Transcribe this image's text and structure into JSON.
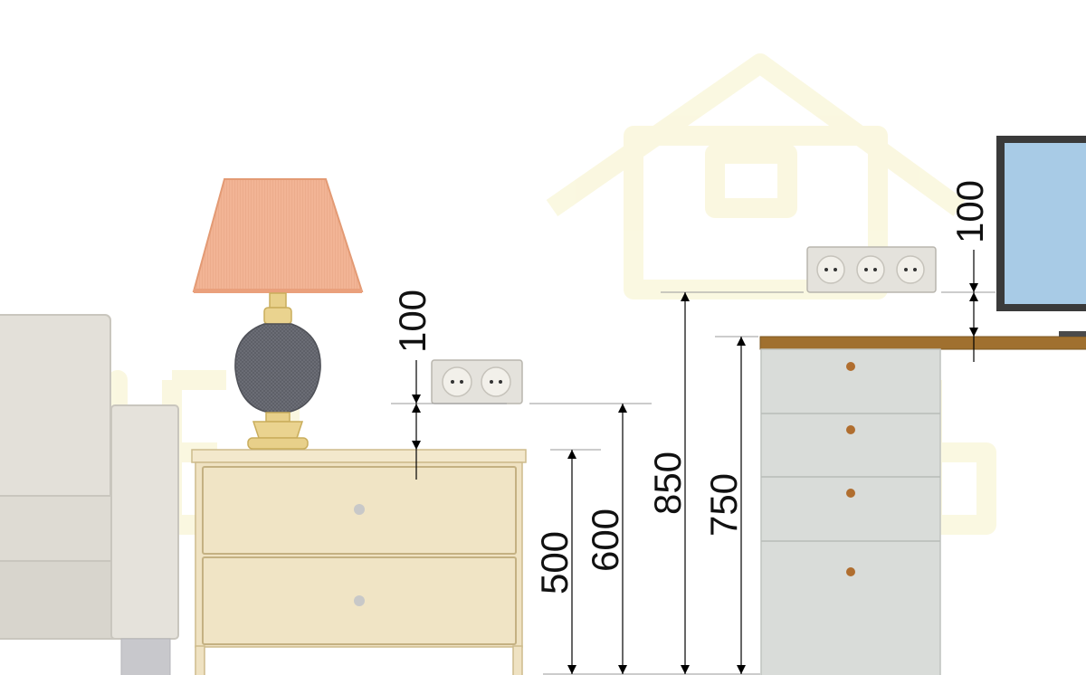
{
  "dimensions": {
    "nightstand_socket_gap": "100",
    "nightstand_height": "500",
    "nightstand_socket_height": "600",
    "desk_socket_height": "850",
    "desk_height": "750",
    "desk_socket_gap": "100"
  },
  "sockets": {
    "nightstand_outlets": 2,
    "desk_outlets": 3
  },
  "colors": {
    "lampshade": "#f2b495",
    "lamp_base": "#6d6f77",
    "lamp_brass": "#e8d08a",
    "nightstand": "#efe2c2",
    "desk_top": "#a0702f",
    "drawer_unit": "#d9dcd9",
    "drawer_knob": "#b06e2f",
    "armchair": "#e3e0d9",
    "tv_screen": "#a8cbe6",
    "tv_frame": "#3a3a3a",
    "watermark": "#f6f2c8"
  }
}
